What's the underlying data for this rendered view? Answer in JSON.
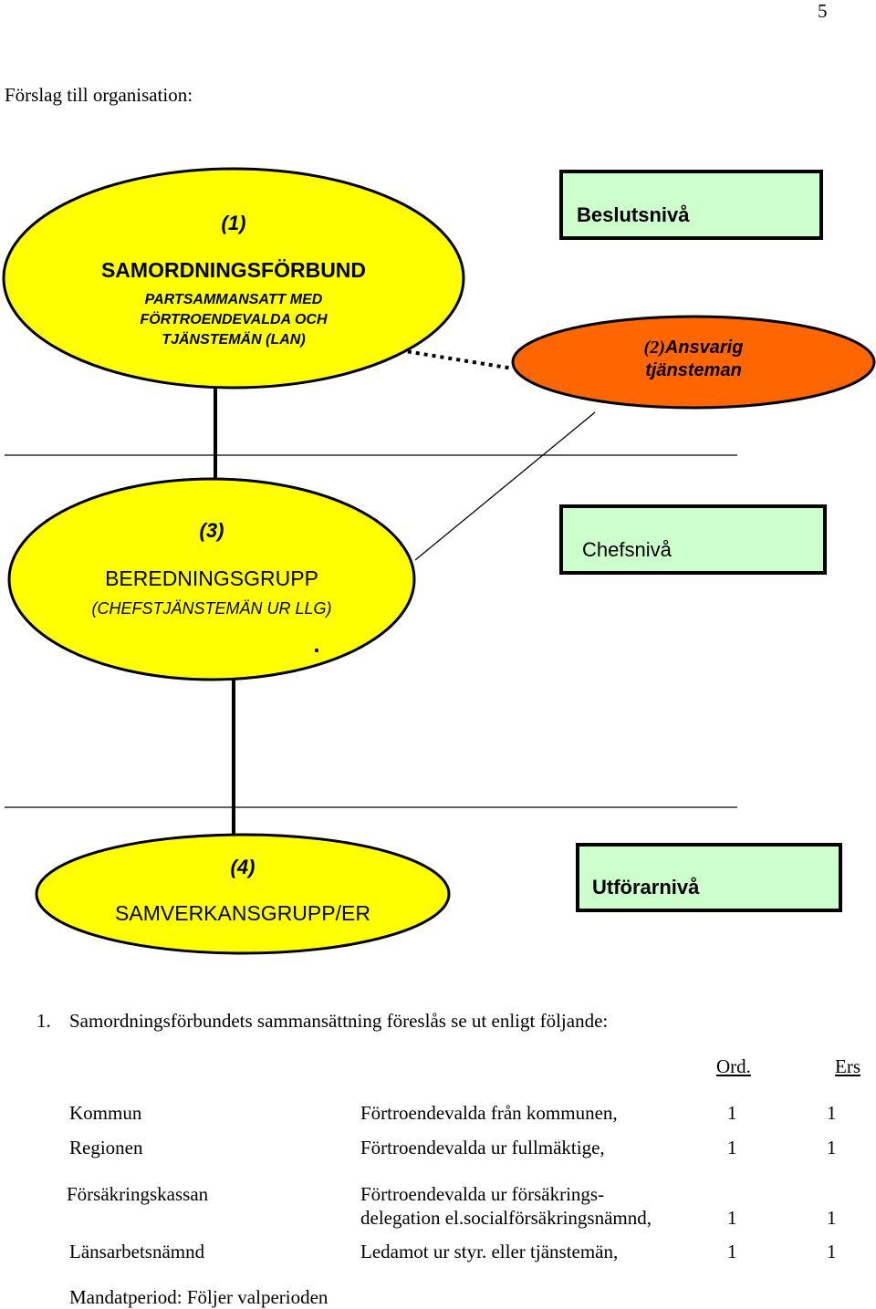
{
  "page": {
    "number": "5",
    "heading": "Förslag till organisation:"
  },
  "diagram": {
    "node1": {
      "number": "(1)",
      "title": "SAMORDNINGSFÖRBUND",
      "line1": "PARTSAMMANSATT MED",
      "line2": "FÖRTROENDEVALDA OCH",
      "line3": "TJÄNSTEMÄN (LAN)"
    },
    "node2": {
      "prefix": "(2)",
      "line1": "Ansvarig",
      "line2": "tjänsteman"
    },
    "node3": {
      "number": "(3)",
      "title": "BEREDNINGSGRUPP",
      "subtitle": "(CHEFSTJÄNSTEMÄN UR LLG)",
      "dot": "."
    },
    "node4": {
      "number": "(4)",
      "title": "SAMVERKANSGRUPP/ER"
    },
    "levels": {
      "decision": "Beslutsnivå",
      "manager": "Chefsnivå",
      "executor": "Utförarnivå"
    }
  },
  "section": {
    "number": "1.",
    "text": "Samordningsförbundets sammansättning föreslås se ut enligt följande:"
  },
  "table": {
    "headers": {
      "ord": "Ord.",
      "ers": "Ers"
    },
    "rows": [
      {
        "party": "Kommun",
        "line1": "Förtroendevalda från kommunen,",
        "line2": "",
        "ord": "1",
        "ers": "1"
      },
      {
        "party": "Regionen",
        "line1": "Förtroendevalda ur fullmäktige,",
        "line2": "",
        "ord": "1",
        "ers": "1"
      },
      {
        "party": "Försäkringskassan",
        "line1": "Förtroendevalda ur försäkrings-",
        "line2": "delegation el.socialförsäkringsnämnd,",
        "ord": "1",
        "ers": "1"
      },
      {
        "party": "Länsarbetsnämnd",
        "line1": "Ledamot ur styr. eller tjänstemän,",
        "line2": "",
        "ord": "1",
        "ers": "1"
      }
    ]
  },
  "footer": {
    "text": "Mandatperiod: Följer valperioden"
  },
  "colors": {
    "ellipse": "#ffff00",
    "level_box": "#ccffcc",
    "responsible": "#ff6600",
    "stroke": "#000000"
  }
}
